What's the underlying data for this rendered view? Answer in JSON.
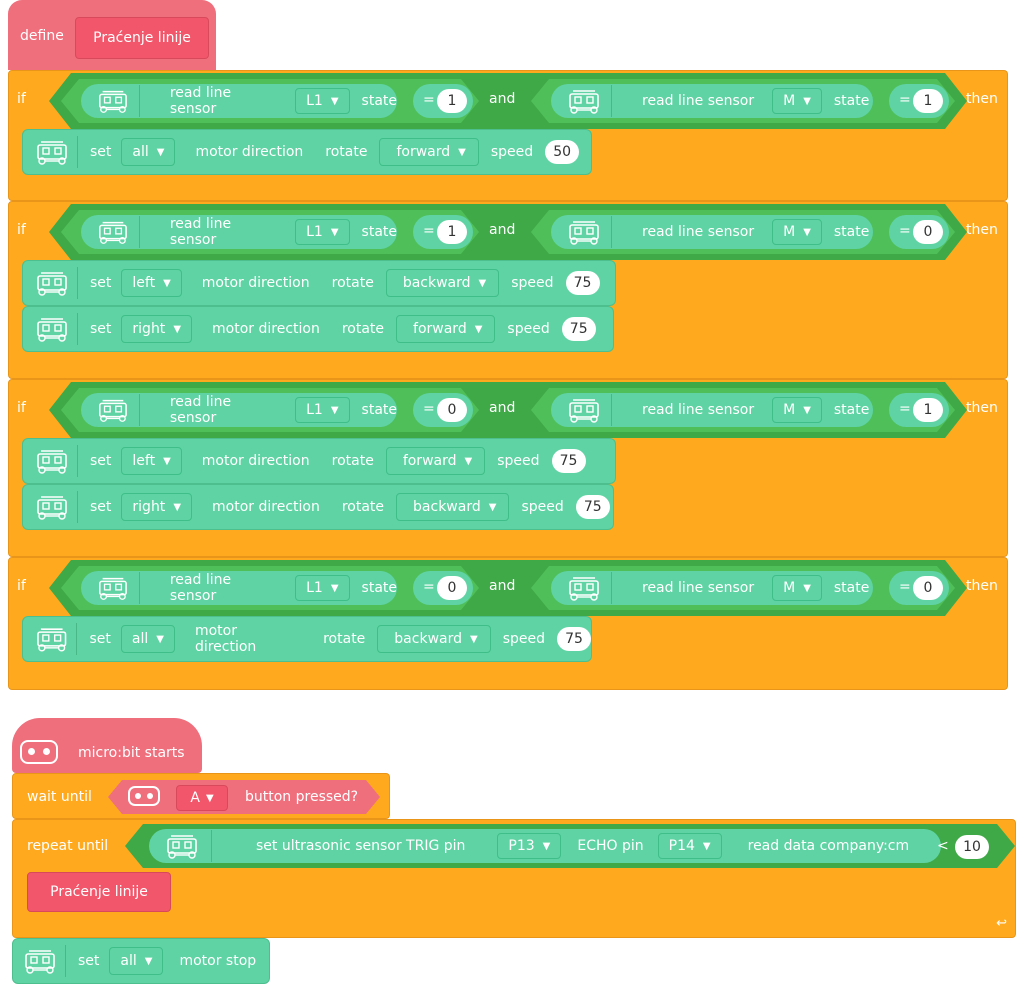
{
  "define": {
    "label": "define",
    "name": "Praćenje linije"
  },
  "cond_keywords": {
    "if": "if",
    "and": "and",
    "then": "then",
    "read_line_sensor": "read line sensor",
    "state": "state",
    "eq": "="
  },
  "if_blocks": [
    {
      "left_sensor": "L1",
      "left_state": "1",
      "right_sensor": "M",
      "right_state": "1",
      "actions": [
        {
          "side": "all",
          "rotate": "forward",
          "speed": "50"
        }
      ]
    },
    {
      "left_sensor": "L1",
      "left_state": "1",
      "right_sensor": "M",
      "right_state": "0",
      "actions": [
        {
          "side": "left",
          "rotate": "backward",
          "speed": "75"
        },
        {
          "side": "right",
          "rotate": "forward",
          "speed": "75"
        }
      ]
    },
    {
      "left_sensor": "L1",
      "left_state": "0",
      "right_sensor": "M",
      "right_state": "1",
      "actions": [
        {
          "side": "left",
          "rotate": "forward",
          "speed": "75"
        },
        {
          "side": "right",
          "rotate": "backward",
          "speed": "75"
        }
      ]
    },
    {
      "left_sensor": "L1",
      "left_state": "0",
      "right_sensor": "M",
      "right_state": "0",
      "actions": [
        {
          "side": "all",
          "rotate": "backward",
          "speed": "75"
        }
      ]
    }
  ],
  "action_keywords": {
    "set": "set",
    "motor_direction": "motor direction",
    "rotate": "rotate",
    "speed": "speed"
  },
  "start": {
    "label": "micro:bit starts"
  },
  "wait": {
    "label": "wait until",
    "button": "A",
    "pressed": "button pressed?"
  },
  "repeat": {
    "label": "repeat until",
    "sensor_text": "set ultrasonic sensor TRIG pin",
    "trig": "P13",
    "echo_label": "ECHO pin",
    "echo": "P14",
    "read": "read data company:cm",
    "op": "<",
    "value": "10"
  },
  "call": {
    "name": "Praćenje linije"
  },
  "stop": {
    "set": "set",
    "side": "all",
    "label": "motor stop"
  },
  "colors": {
    "orange": "#ffaa1e",
    "teal": "#5fd3a3",
    "green": "#3fa847",
    "pink": "#ef6f7d",
    "pink_dark": "#f2566a"
  }
}
